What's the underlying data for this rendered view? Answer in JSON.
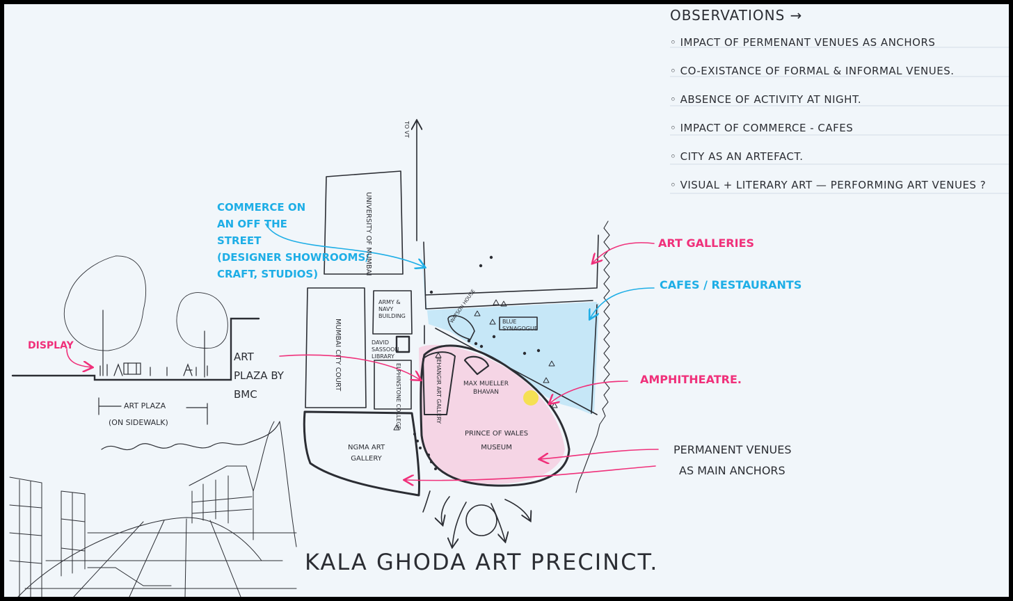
{
  "title": "KALA GHODA ART PRECINCT.",
  "observations": {
    "heading": "OBSERVATIONS →",
    "items": [
      "IMPACT OF PERMENANT VENUES AS ANCHORS",
      "CO-EXISTANCE OF FORMAL & INFORMAL VENUES.",
      "ABSENCE OF ACTIVITY AT NIGHT.",
      "IMPACT OF COMMERCE - CAFES",
      "CITY AS AN ARTEFACT.",
      "VISUAL + LITERARY ART — PERFORMING ART VENUES ?"
    ]
  },
  "annotations": {
    "commerce": [
      "COMMERCE ON",
      "AN OFF THE",
      "STREET",
      "(DESIGNER SHOWROOMS/",
      "CRAFT, STUDIOS)"
    ],
    "art_galleries": "ART GALLERIES",
    "cafes": "CAFES / RESTAURANTS",
    "amphitheatre": "AMPHITHEATRE.",
    "permanent_venues": [
      "PERMANENT VENUES",
      "AS MAIN ANCHORS"
    ],
    "display": "DISPLAY",
    "art_plaza_bmc": [
      "ART",
      "PLAZA BY",
      "BMC"
    ],
    "art_plaza": "ART PLAZA",
    "on_sidewalk": "(ON SIDEWALK)"
  },
  "map": {
    "to_vt": "TO VT",
    "university": "UNIVERSITY OF MUMBAI",
    "city_court": "MUMBAI CITY COURT",
    "army_navy": [
      "ARMY &",
      "NAVY",
      "BUILDING"
    ],
    "david_sassoon": [
      "DAVID",
      "SASSOON",
      "LIBRARY"
    ],
    "elphinstone": "ELPHINSTONE COLLEGE",
    "jehangir": "JEHANGIR ART GALLERY",
    "watson": "WATSON HOUSE",
    "synagogue": [
      "BLUE",
      "SYNAGOGUE"
    ],
    "max_mueller": [
      "MAX MUELLER",
      "BHAVAN"
    ],
    "prince_of_wales": [
      "PRINCE OF WALES",
      "MUSEUM"
    ],
    "ngma": [
      "NGMA ART",
      "GALLERY"
    ]
  },
  "colors": {
    "paper": "#f1f6fa",
    "ink": "#2b2d33",
    "blue": "#1eaee6",
    "pink": "#f0307a",
    "yellow": "#f5e23a"
  }
}
